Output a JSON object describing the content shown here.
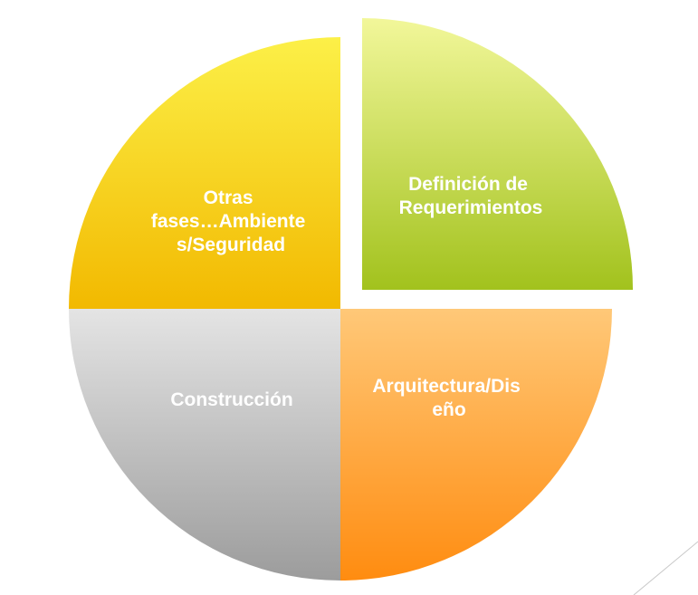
{
  "diagram": {
    "type": "exploded-pie",
    "segments": [
      {
        "id": "requerimientos",
        "lines": [
          "Definición de",
          "Requerimientos"
        ],
        "share": 0.25,
        "colors": [
          "#f2f79a",
          "#a2c21d"
        ]
      },
      {
        "id": "arquitectura",
        "lines": [
          "Arquitectura/Dis",
          "eño"
        ],
        "share": 0.25,
        "colors": [
          "#ffc878",
          "#ff8c10"
        ]
      },
      {
        "id": "construccion",
        "lines": [
          "Construcción"
        ],
        "share": 0.25,
        "colors": [
          "#e4e4e4",
          "#9c9c9c"
        ]
      },
      {
        "id": "otras",
        "lines": [
          "Otras",
          "fases…Ambiente",
          "s/Seguridad"
        ],
        "share": 0.25,
        "colors": [
          "#fcf048",
          "#f2b900"
        ]
      }
    ]
  }
}
